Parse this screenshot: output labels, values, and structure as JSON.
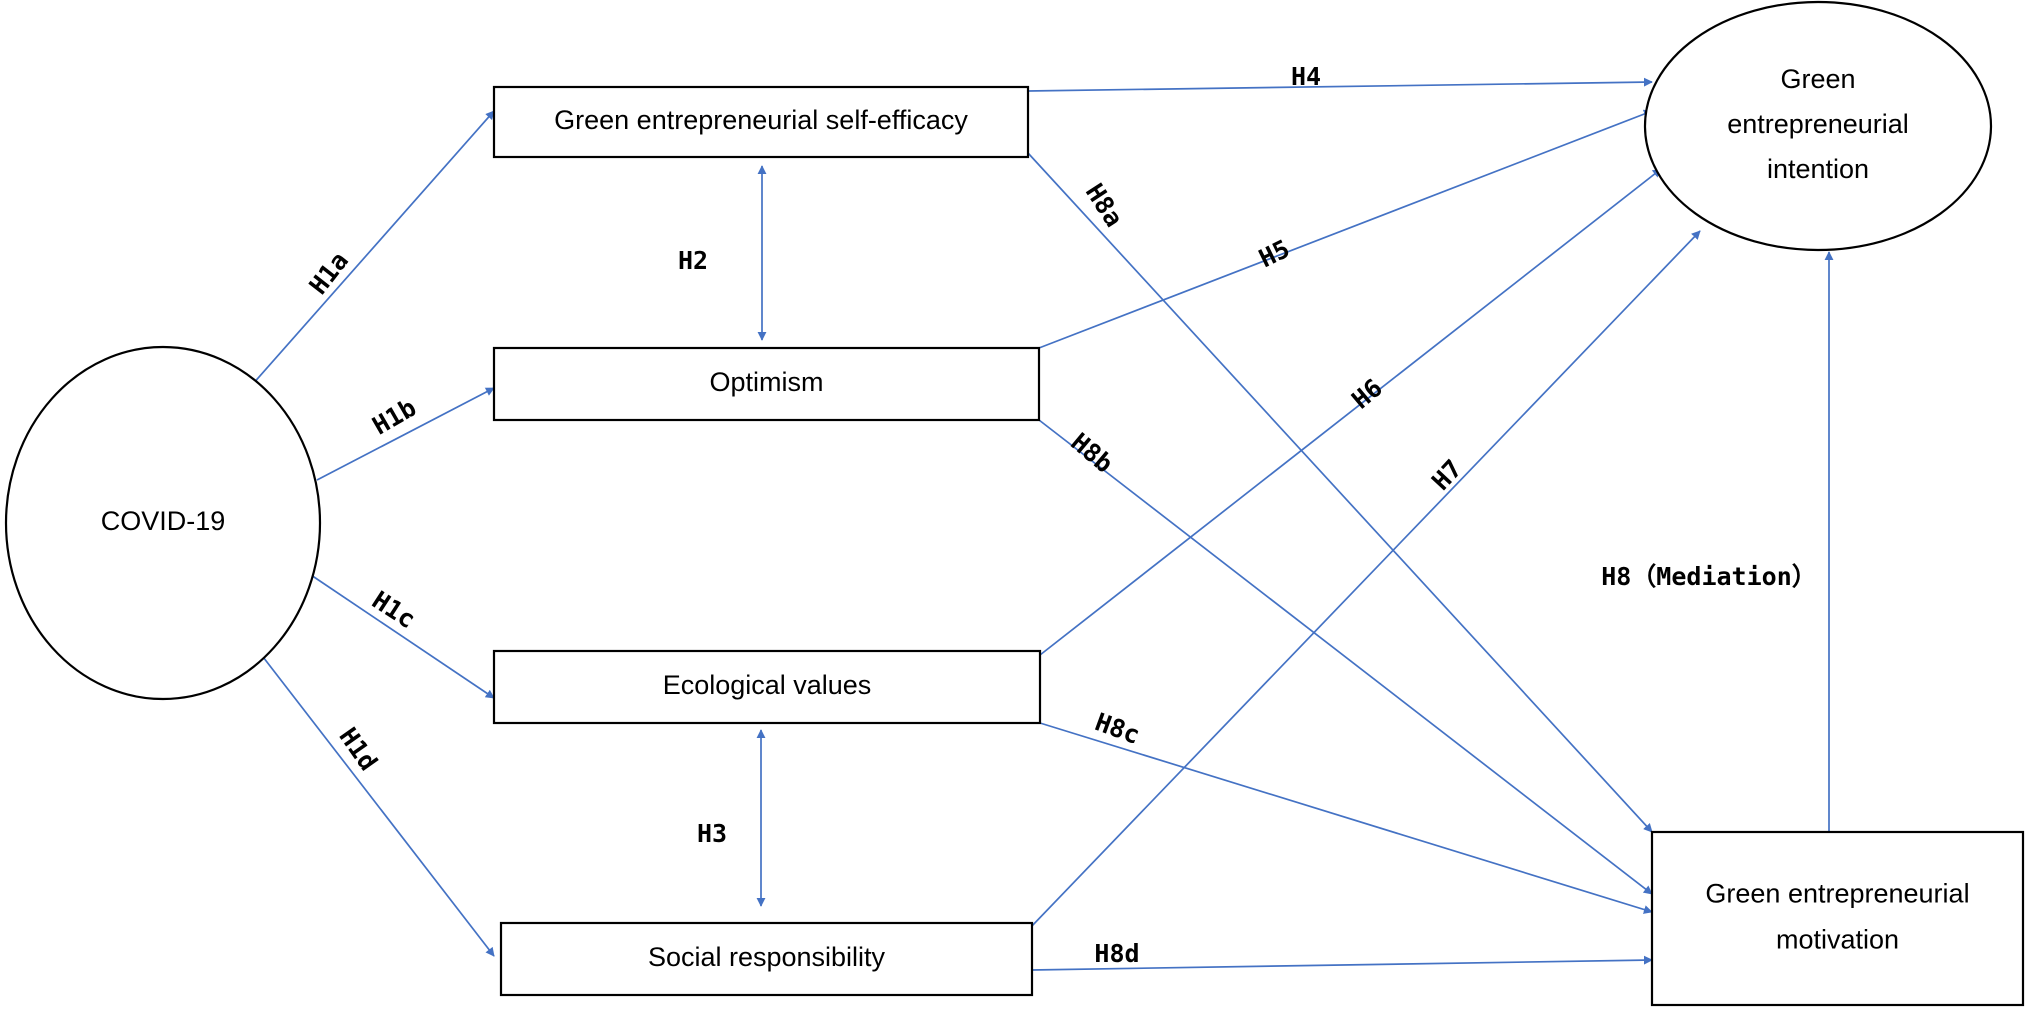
{
  "nodes": {
    "covid": {
      "label": [
        "COVID-19"
      ]
    },
    "self_efficacy": {
      "label": [
        "Green entrepreneurial self-efficacy"
      ]
    },
    "optimism": {
      "label": [
        "Optimism"
      ]
    },
    "ecological_values": {
      "label": [
        "Ecological values"
      ]
    },
    "social_responsibility": {
      "label": [
        "Social responsibility"
      ]
    },
    "intention": {
      "label": [
        "Green",
        "entrepreneurial",
        "intention"
      ]
    },
    "motivation": {
      "label": [
        "Green entrepreneurial",
        "motivation"
      ]
    }
  },
  "edges": [
    {
      "id": "h1a",
      "from": "covid",
      "to": "self_efficacy",
      "label": "H1a",
      "directed": "forward"
    },
    {
      "id": "h1b",
      "from": "covid",
      "to": "optimism",
      "label": "H1b",
      "directed": "forward"
    },
    {
      "id": "h1c",
      "from": "covid",
      "to": "ecological_values",
      "label": "H1c",
      "directed": "forward"
    },
    {
      "id": "h1d",
      "from": "covid",
      "to": "social_responsibility",
      "label": "H1d",
      "directed": "forward"
    },
    {
      "id": "h2",
      "from": "self_efficacy",
      "to": "optimism",
      "label": "H2",
      "directed": "both"
    },
    {
      "id": "h3",
      "from": "ecological_values",
      "to": "social_responsibility",
      "label": "H3",
      "directed": "both"
    },
    {
      "id": "h4",
      "from": "self_efficacy",
      "to": "intention",
      "label": "H4",
      "directed": "forward"
    },
    {
      "id": "h5",
      "from": "optimism",
      "to": "intention",
      "label": "H5",
      "directed": "forward"
    },
    {
      "id": "h6",
      "from": "ecological_values",
      "to": "intention",
      "label": "H6",
      "directed": "forward"
    },
    {
      "id": "h7",
      "from": "social_responsibility",
      "to": "intention",
      "label": "H7",
      "directed": "forward"
    },
    {
      "id": "h8a",
      "from": "self_efficacy",
      "to": "motivation",
      "label": "H8a",
      "directed": "forward"
    },
    {
      "id": "h8b",
      "from": "optimism",
      "to": "motivation",
      "label": "H8b",
      "directed": "forward"
    },
    {
      "id": "h8c",
      "from": "ecological_values",
      "to": "motivation",
      "label": "H8c",
      "directed": "forward"
    },
    {
      "id": "h8d",
      "from": "social_responsibility",
      "to": "motivation",
      "label": "H8d",
      "directed": "forward"
    },
    {
      "id": "h8",
      "from": "motivation",
      "to": "intention",
      "label": "H8（Mediation）",
      "directed": "forward"
    }
  ],
  "colors": {
    "edge": "#4472c4",
    "node_border": "#000000",
    "text": "#000000",
    "background": "#ffffff"
  }
}
